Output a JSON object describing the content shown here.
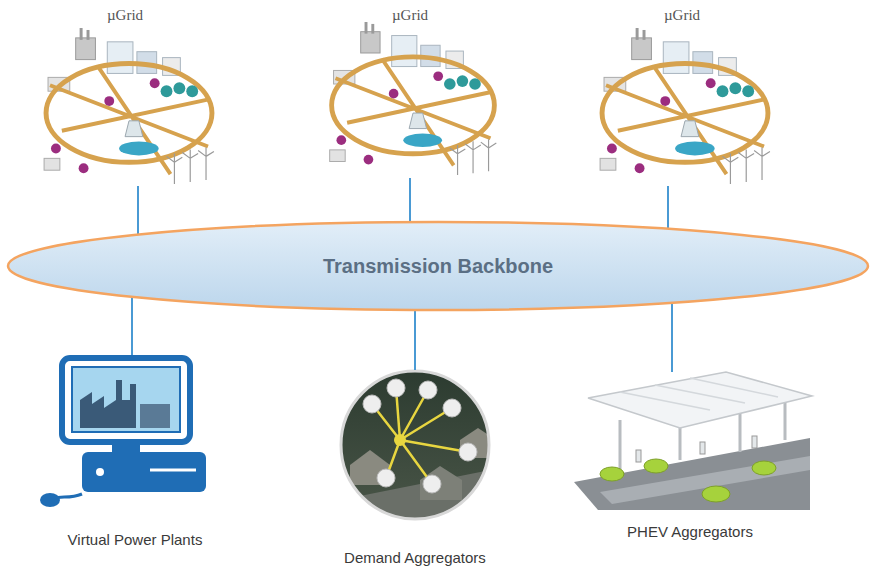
{
  "diagram": {
    "nodes": [
      {
        "text": [
          "µGrid"
        ]
      },
      {
        "text": [
          "µGrid"
        ]
      },
      {
        "text": [
          "µGrid"
        ]
      },
      {
        "text": [
          "Transmission Backbone"
        ]
      },
      {
        "text": [
          "Virtual Power Plants"
        ]
      },
      {
        "text": [
          "Demand Aggregators"
        ]
      },
      {
        "text": [
          "PHEV Aggregators"
        ]
      }
    ],
    "edges": [
      {
        "from": 0,
        "to": 3,
        "arrow": "none"
      },
      {
        "from": 1,
        "to": 3,
        "arrow": "none"
      },
      {
        "from": 2,
        "to": 3,
        "arrow": "none"
      },
      {
        "from": 3,
        "to": 4,
        "arrow": "none"
      },
      {
        "from": 3,
        "to": 5,
        "arrow": "none"
      },
      {
        "from": 3,
        "to": 6,
        "arrow": "none"
      }
    ]
  }
}
